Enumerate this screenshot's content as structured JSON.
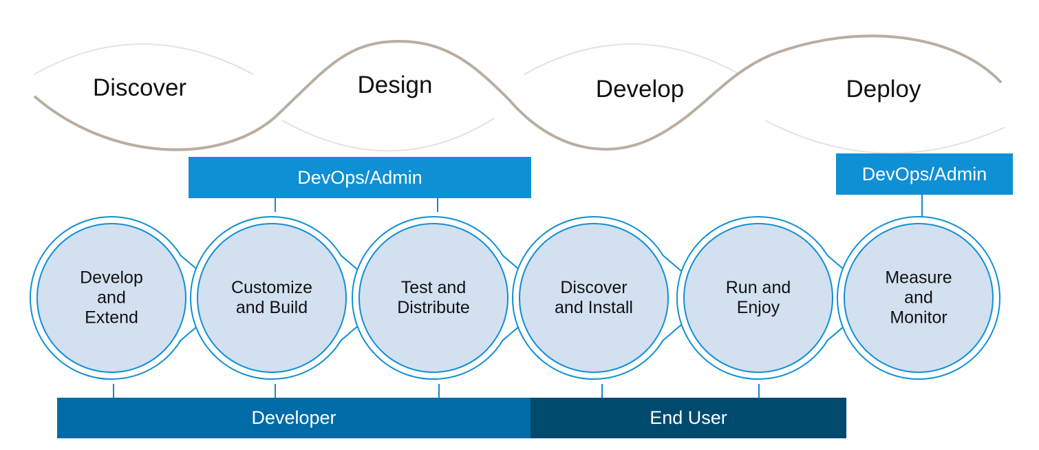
{
  "phases": [
    {
      "label": "Discover"
    },
    {
      "label": "Design"
    },
    {
      "label": "Develop"
    },
    {
      "label": "Deploy"
    }
  ],
  "roles": {
    "devops_left": "DevOps/Admin",
    "devops_right": "DevOps/Admin",
    "developer": "Developer",
    "end_user": "End User"
  },
  "steps": [
    {
      "lines": [
        "Develop",
        "and",
        "Extend"
      ]
    },
    {
      "lines": [
        "Customize",
        "and Build"
      ]
    },
    {
      "lines": [
        "Test and",
        "Distribute"
      ]
    },
    {
      "lines": [
        "Discover",
        "and Install"
      ]
    },
    {
      "lines": [
        "Run and",
        "Enjoy"
      ]
    },
    {
      "lines": [
        "Measure",
        "and",
        "Monitor"
      ]
    }
  ],
  "colors": {
    "wave": "#b9aea1",
    "wave_light": "#e3e3e3",
    "devops_bar": "#0f8fd4",
    "developer_bar": "#006ba6",
    "end_user_bar": "#004a6e",
    "circle_fill": "#d2e0f0",
    "circle_stroke": "#0f8fd4",
    "connector": "#1a86c4"
  }
}
